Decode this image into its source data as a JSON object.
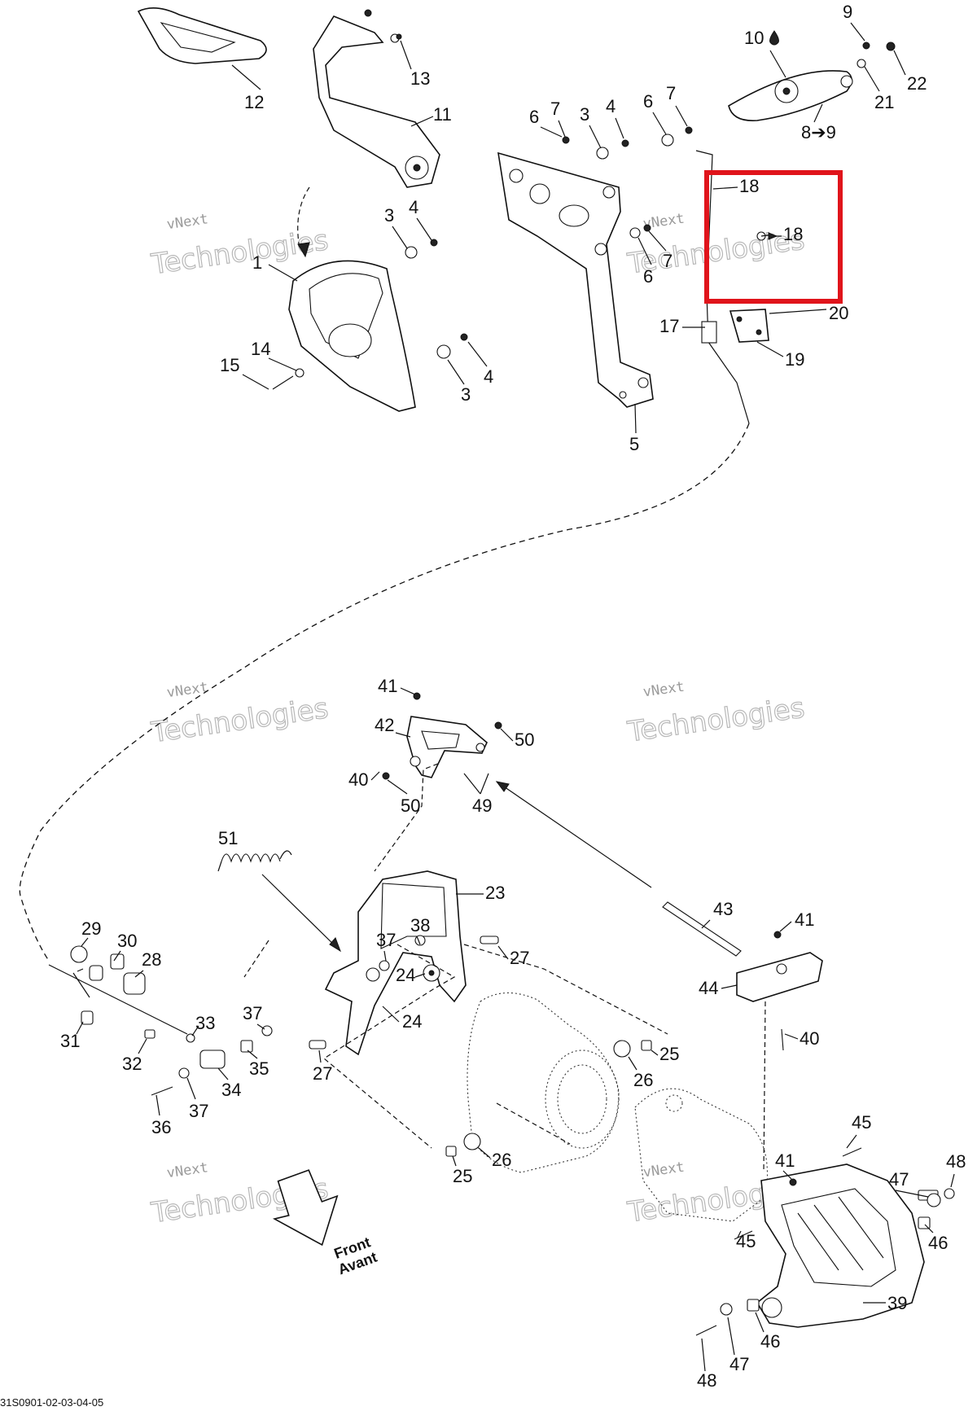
{
  "diagram": {
    "reference_code": "31S0901-02-03-04-05",
    "watermark": {
      "line1": "vNext",
      "line2": "Technologies"
    },
    "front_label": {
      "line1": "Front",
      "line2": "Avant"
    },
    "highlight_color": "#e0141b",
    "labels": {
      "l1": "1",
      "l3a": "3",
      "l3b": "3",
      "l3c": "3",
      "l4a": "4",
      "l4b": "4",
      "l4c": "4",
      "l5": "5",
      "l6a": "6",
      "l6b": "6",
      "l6c": "6",
      "l7a": "7",
      "l7b": "7",
      "l7c": "7",
      "l8": "8➔9",
      "l9": "9",
      "l10": "10",
      "l11": "11",
      "l12": "12",
      "l13": "13",
      "l14": "14",
      "l15": "15",
      "l17": "17",
      "l18a": "18",
      "l18b": "18",
      "l19": "19",
      "l20": "20",
      "l21": "21",
      "l22": "22",
      "l23": "23",
      "l24a": "24",
      "l24b": "24",
      "l25a": "25",
      "l25b": "25",
      "l26a": "26",
      "l26b": "26",
      "l27a": "27",
      "l27b": "27",
      "l28": "28",
      "l29": "29",
      "l30": "30",
      "l31": "31",
      "l32": "32",
      "l33": "33",
      "l34": "34",
      "l35": "35",
      "l36": "36",
      "l37a": "37",
      "l37b": "37",
      "l37c": "37",
      "l38": "38",
      "l39": "39",
      "l40a": "40",
      "l40b": "40",
      "l41a": "41",
      "l41b": "41",
      "l41c": "41",
      "l42": "42",
      "l43": "43",
      "l44": "44",
      "l45a": "45",
      "l45b": "45",
      "l46a": "46",
      "l46b": "46",
      "l47a": "47",
      "l47b": "47",
      "l48a": "48",
      "l48b": "48",
      "l49": "49",
      "l50a": "50",
      "l50b": "50",
      "l51": "51"
    }
  }
}
